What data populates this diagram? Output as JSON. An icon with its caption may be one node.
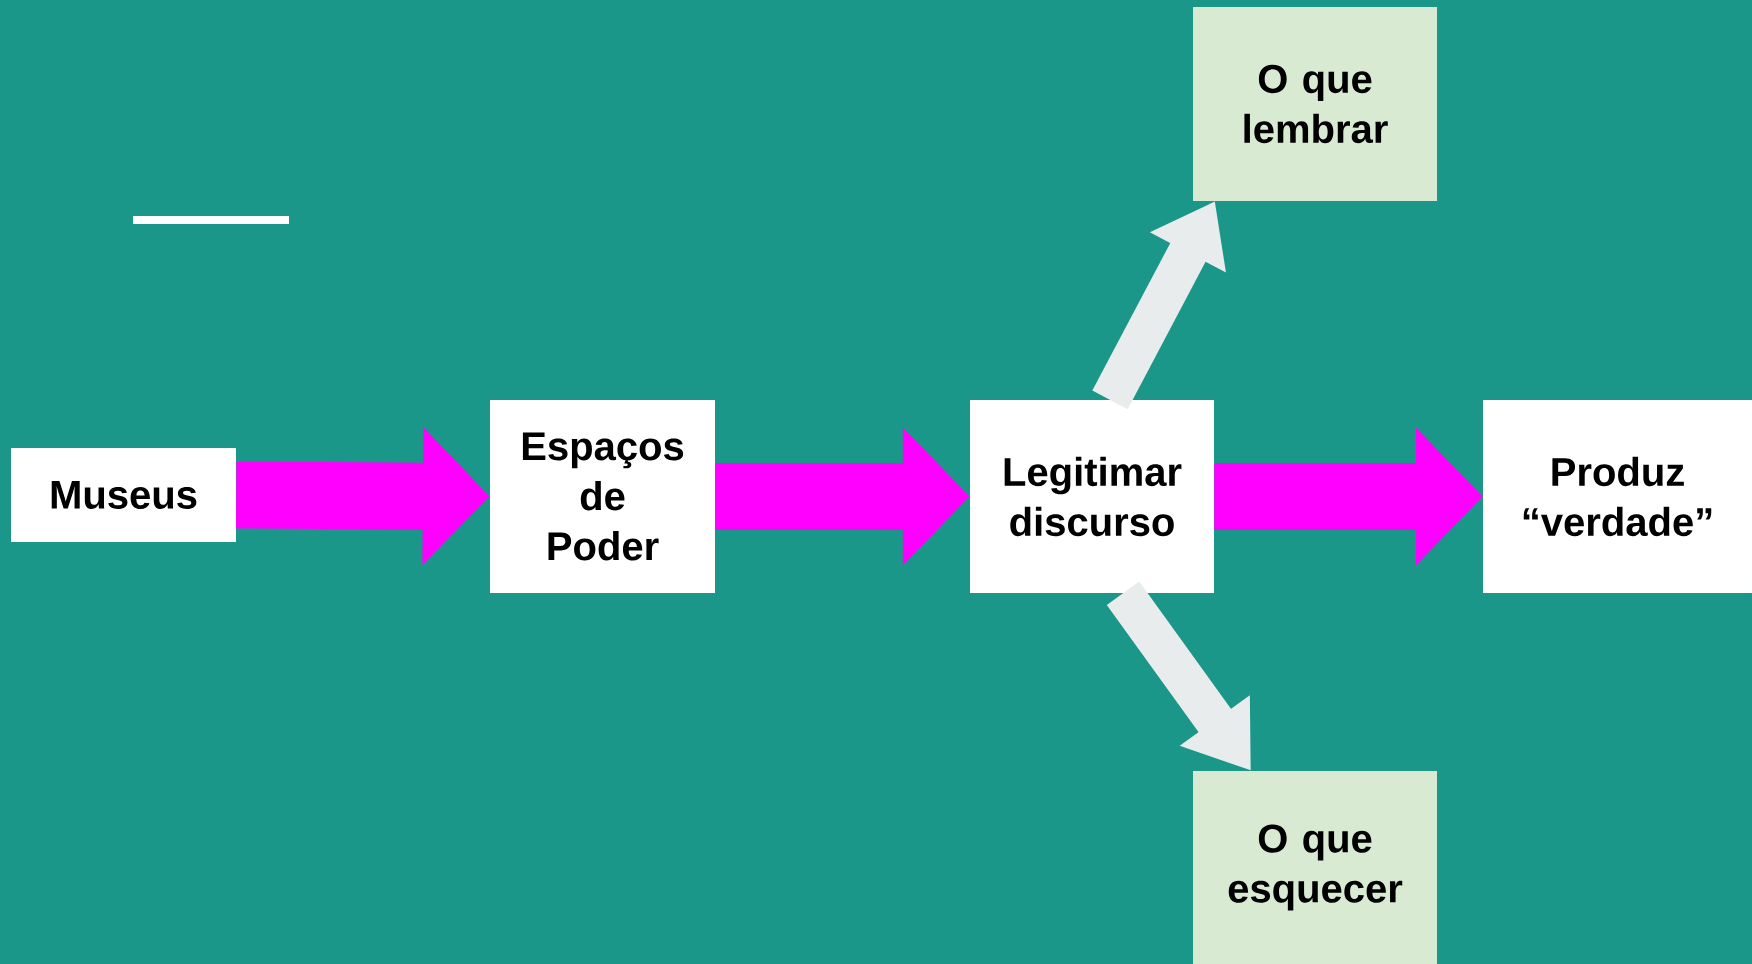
{
  "diagram": {
    "nodes": [
      {
        "text": [
          "Museus"
        ]
      },
      {
        "text": [
          "Espaços de Poder"
        ]
      },
      {
        "text": [
          "Legitimar discurso"
        ]
      },
      {
        "text": [
          "Produz “verdade”"
        ]
      },
      {
        "text": [
          "O que lembrar"
        ]
      },
      {
        "text": [
          "O que esquecer"
        ]
      }
    ],
    "edges": [
      {
        "from": 0,
        "to": 1,
        "arrow": "to"
      },
      {
        "from": 1,
        "to": 2,
        "arrow": "to"
      },
      {
        "from": 2,
        "to": 3,
        "arrow": "to"
      },
      {
        "from": 2,
        "to": 4,
        "arrow": "to",
        "color": "#e9ecec"
      },
      {
        "from": 2,
        "to": 5,
        "arrow": "to",
        "color": "#e9ecec"
      }
    ]
  }
}
